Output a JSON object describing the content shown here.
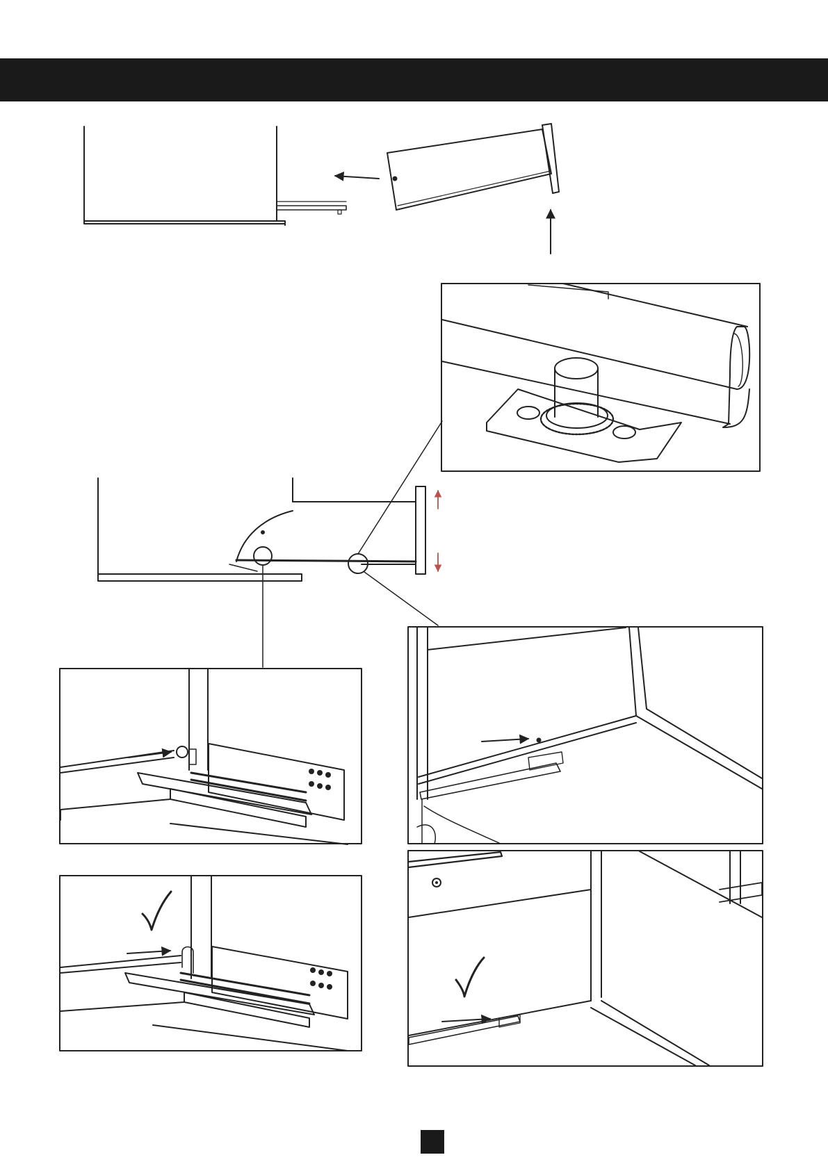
{
  "header": {
    "color": "#1a1a1a"
  },
  "figures": [
    {
      "name": "step-remove-drawer",
      "arrows": [
        "pull-out-arrow",
        "lift-up-arrow"
      ]
    },
    {
      "name": "detail-rail-pin-gear"
    },
    {
      "name": "side-view-drawer",
      "arrows": [
        "adjust-up-arrow",
        "adjust-down-arrow"
      ],
      "arrow_color": "#c0504d"
    },
    {
      "name": "detail-front-locking-pin"
    },
    {
      "name": "detail-rear-bracket-pin"
    },
    {
      "name": "detail-front-locked",
      "status_icon": "checkmark-icon"
    },
    {
      "name": "detail-rear-engaged",
      "status_icon": "checkmark-icon"
    }
  ],
  "footer": {
    "page_marker_color": "#1a1a1a"
  }
}
